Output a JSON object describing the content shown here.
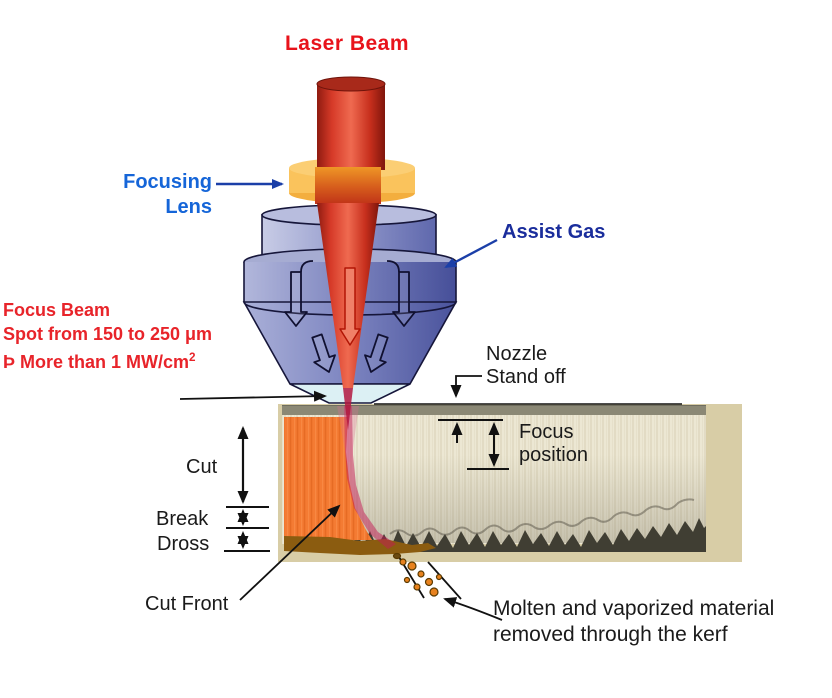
{
  "title": "Laser Beam",
  "labels": {
    "focusing_lens_1": "Focusing",
    "focusing_lens_2": "Lens",
    "assist_gas": "Assist Gas",
    "focus_beam_1": "Focus Beam",
    "focus_beam_2": "Spot from 150 to 250 μm",
    "focus_beam_3": "Þ  More than 1 MW/cm",
    "focus_beam_3_sup": "2",
    "nozzle_1": "Nozzle",
    "nozzle_2": "Stand off",
    "focus_pos_1": "Focus",
    "focus_pos_2": "position",
    "cut": "Cut",
    "break": "Break",
    "dross": "Dross",
    "cut_front": "Cut Front",
    "molten_1": "Molten and vaporized material",
    "molten_2": "removed through the kerf"
  },
  "colors": {
    "title_red": "#e8131b",
    "blue_label": "#1565d8",
    "navy_label": "#1a2d9c",
    "red_text": "#e8242a",
    "black_text": "#1a1a1a",
    "beam_red": "#d93425",
    "lens_orange": "#fac35c",
    "nozzle_blue": "#7b83be",
    "tip_cyan": "#dcf0f4",
    "cut_front_orange": "#f47b33",
    "dross_brown": "#8b5c10",
    "material_cream": "#ece7d3",
    "particle_orange": "#e8821e"
  }
}
